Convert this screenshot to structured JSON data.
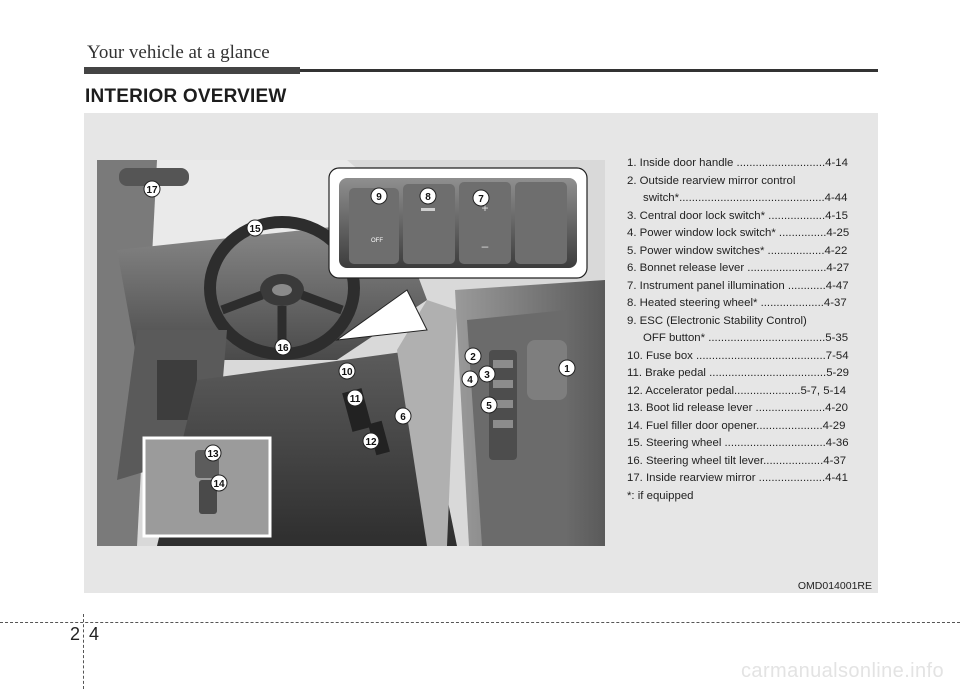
{
  "header": {
    "title": "Your vehicle at a glance"
  },
  "section": {
    "title": "INTERIOR OVERVIEW"
  },
  "legend": [
    {
      "lines": [
        "1. Inside door handle ............................4-14"
      ]
    },
    {
      "lines": [
        "2. Outside rearview mirror control",
        "switch*..............................................4-44"
      ]
    },
    {
      "lines": [
        "3. Central door lock switch* ..................4-15"
      ]
    },
    {
      "lines": [
        "4. Power window lock switch* ...............4-25"
      ]
    },
    {
      "lines": [
        "5. Power window switches* ..................4-22"
      ]
    },
    {
      "lines": [
        "6. Bonnet release lever .........................4-27"
      ]
    },
    {
      "lines": [
        "7. Instrument panel illumination ............4-47"
      ]
    },
    {
      "lines": [
        "8. Heated steering wheel* ....................4-37"
      ]
    },
    {
      "lines": [
        "9. ESC (Electronic Stability Control)",
        "OFF button* .....................................5-35"
      ]
    },
    {
      "lines": [
        "10. Fuse box .........................................7-54"
      ]
    },
    {
      "lines": [
        "11. Brake pedal .....................................5-29"
      ]
    },
    {
      "lines": [
        "12. Accelerator pedal.....................5-7, 5-14"
      ]
    },
    {
      "lines": [
        "13. Boot lid release lever ......................4-20"
      ]
    },
    {
      "lines": [
        "14. Fuel filler door opener.....................4-29"
      ]
    },
    {
      "lines": [
        "15. Steering wheel ................................4-36"
      ]
    },
    {
      "lines": [
        "16. Steering wheel tilt lever...................4-37"
      ]
    },
    {
      "lines": [
        "17. Inside rearview mirror .....................4-41"
      ]
    },
    {
      "lines": [
        "*: if equipped"
      ]
    }
  ],
  "figure": {
    "image_code": "OMD014001RE",
    "callouts": [
      "1",
      "2",
      "3",
      "4",
      "5",
      "6",
      "7",
      "8",
      "9",
      "10",
      "11",
      "12",
      "13",
      "14",
      "15",
      "16",
      "17"
    ],
    "switch_label_off": "OFF"
  },
  "footer": {
    "chapter": "2",
    "page": "4",
    "watermark": "carmanualsonline.info"
  }
}
